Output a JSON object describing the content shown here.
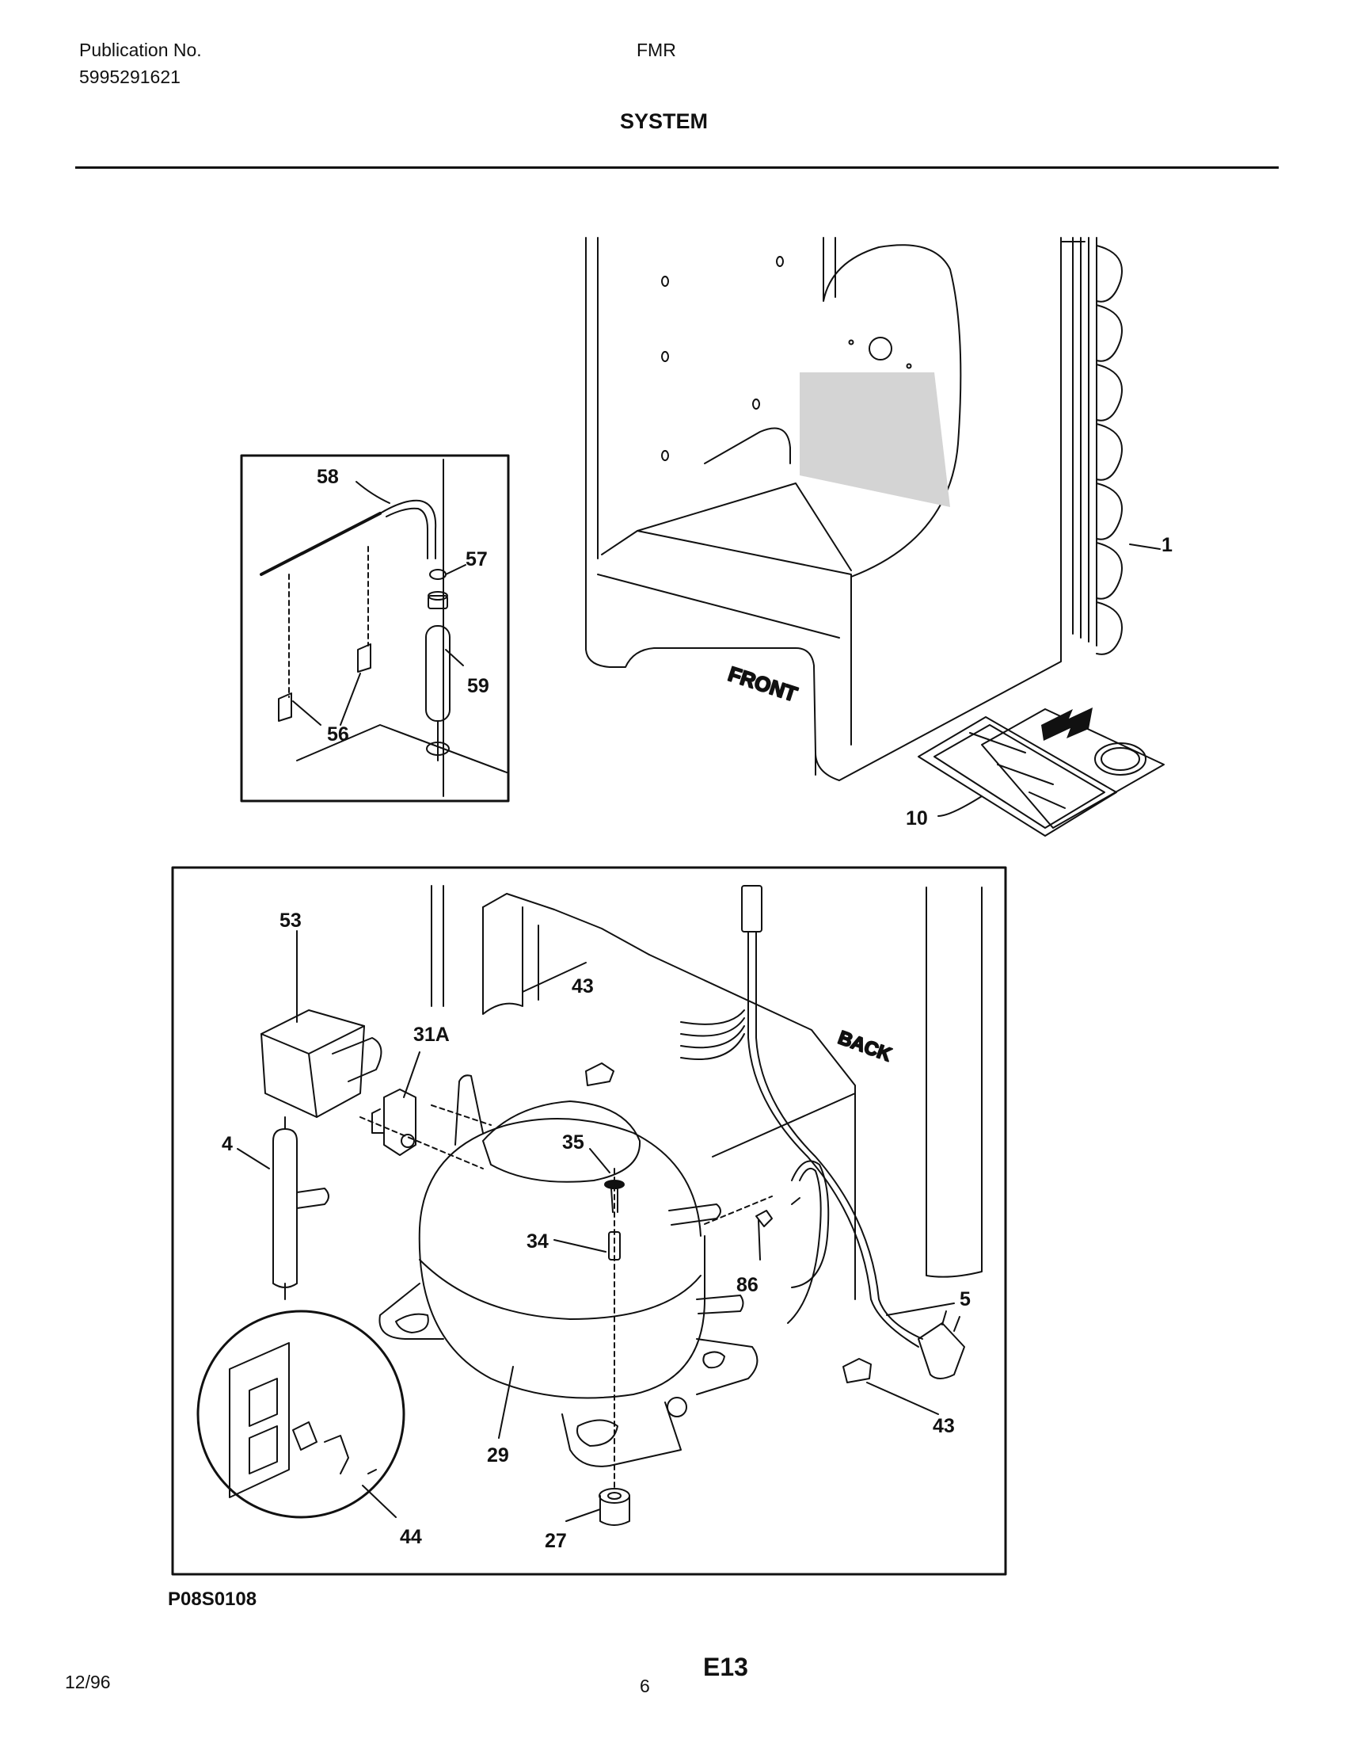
{
  "header": {
    "publication_label": "Publication No.",
    "publication_number": "5995291621",
    "model": "FMR",
    "section_title": "SYSTEM"
  },
  "diagram": {
    "part_labels": [
      "1",
      "10",
      "56",
      "57",
      "58",
      "59",
      "53",
      "31A",
      "43",
      "4",
      "35",
      "34",
      "86",
      "5",
      "29",
      "44",
      "27",
      "43"
    ],
    "orientation_labels": [
      "FRONT",
      "BACK"
    ],
    "figure_code": "P08S0108"
  },
  "footer": {
    "date": "12/96",
    "page_number": "6",
    "page_code": "E13"
  }
}
